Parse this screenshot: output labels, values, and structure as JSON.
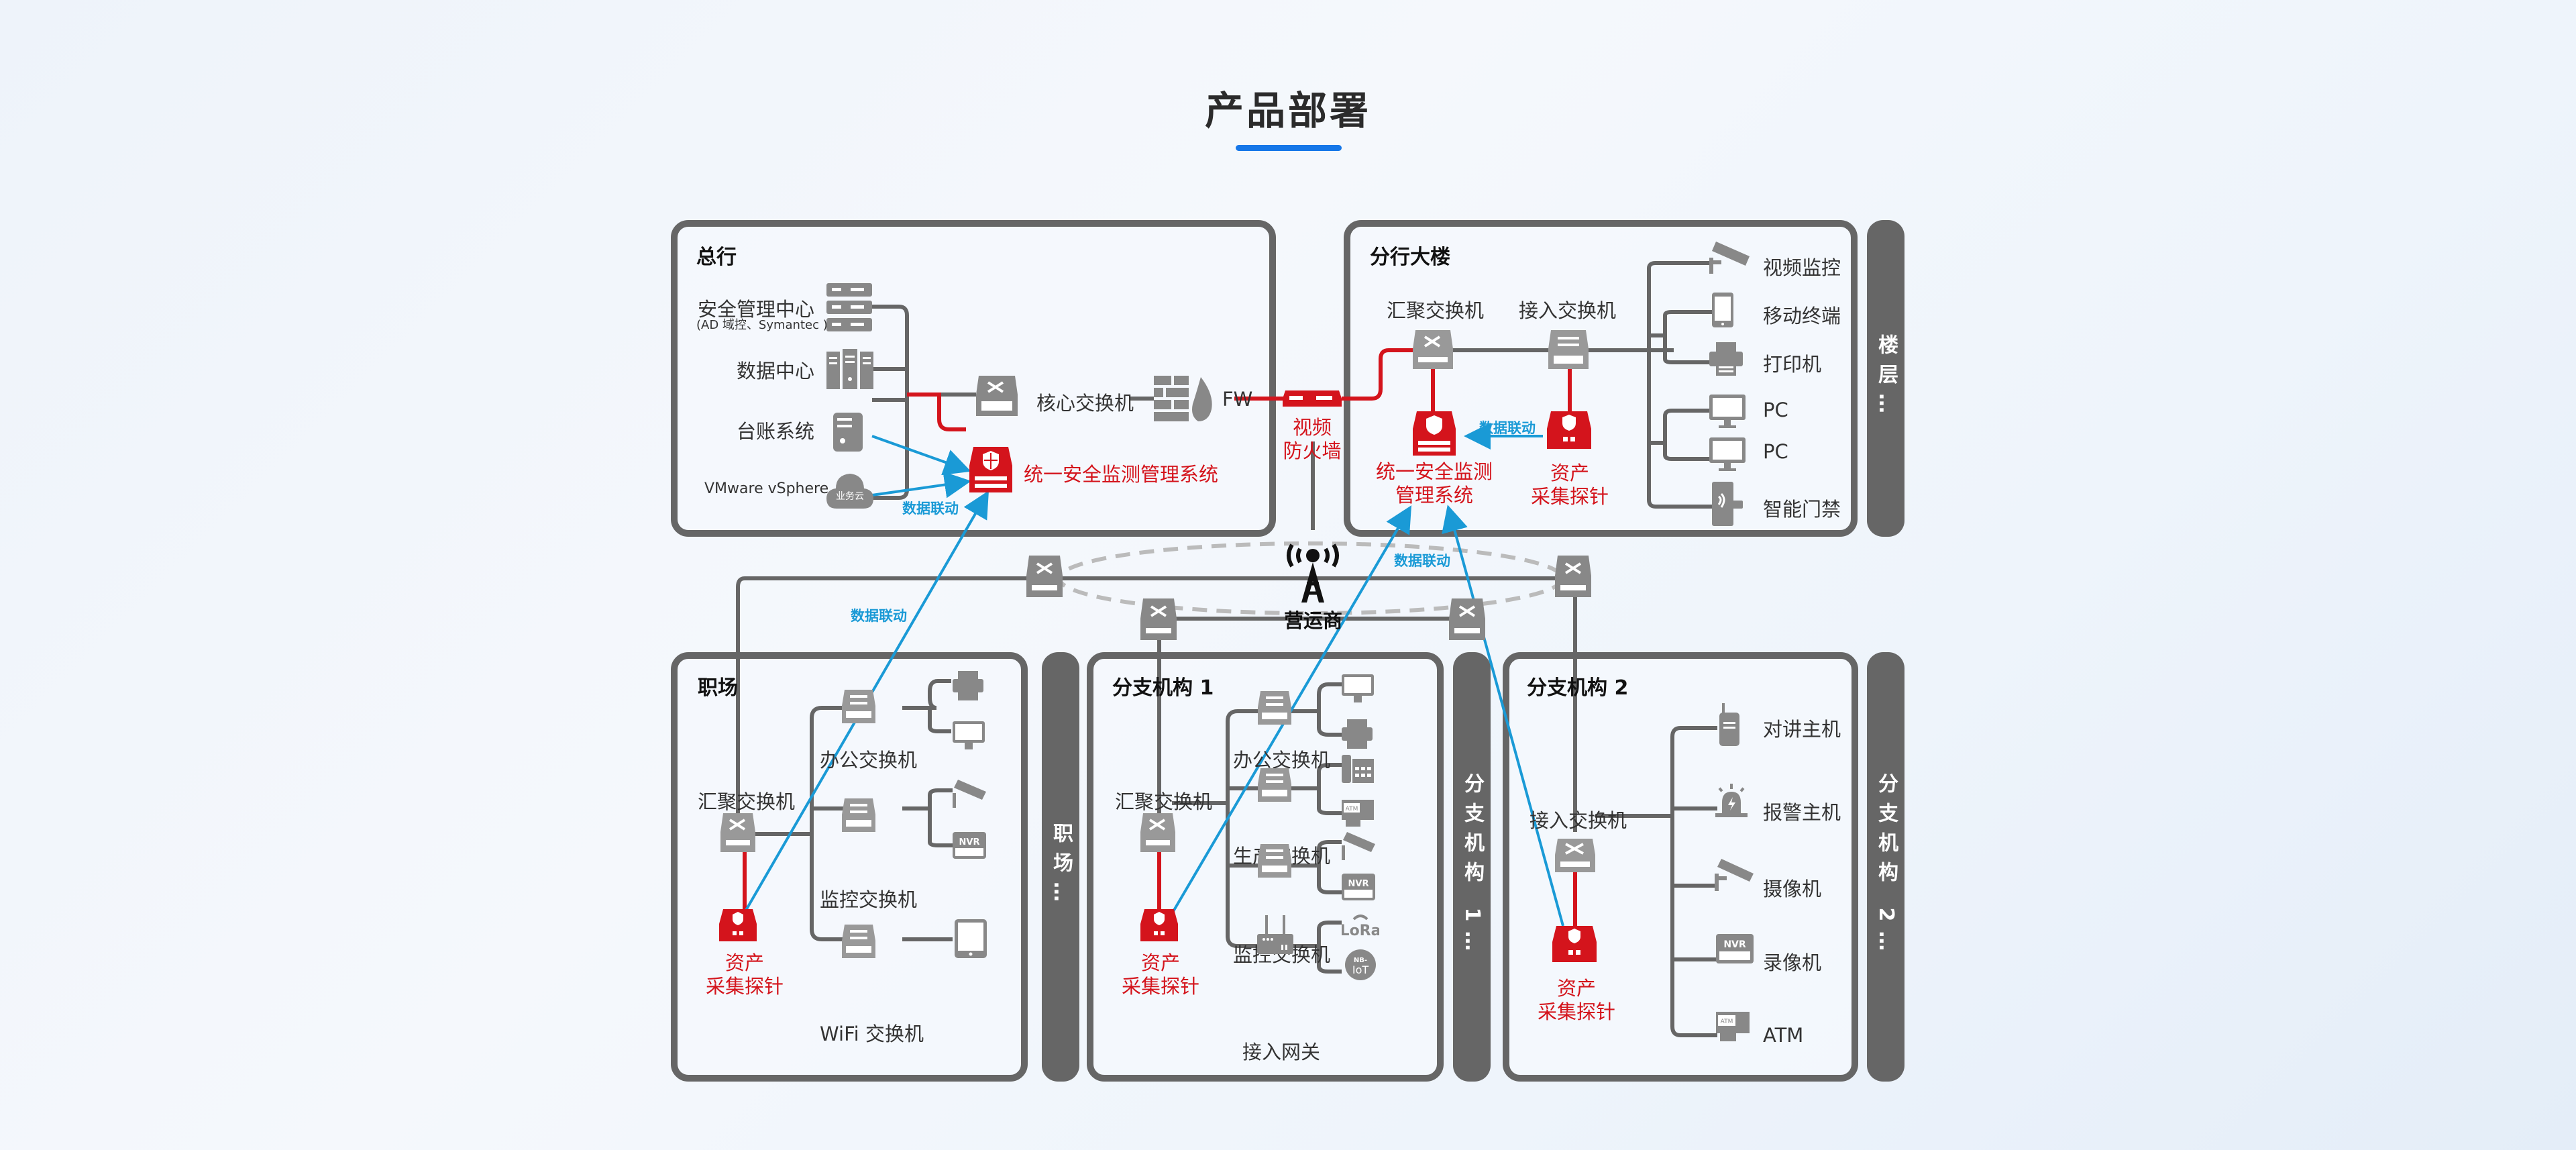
{
  "page": {
    "title": "产品部署"
  },
  "colors": {
    "accent_blue": "#1677e8",
    "probe_red": "#d4141c",
    "link_blue": "#1a9ad6",
    "frame_gray": "#666666"
  },
  "hq": {
    "title": "总行",
    "security_center": "安全管理中心",
    "security_center_sub": "(AD 域控、Symantec )",
    "data_center": "数据中心",
    "ledger": "台账系统",
    "vmware": "VMware vSphere",
    "cloud_label": "业务云",
    "core_switch": "核心交换机",
    "fw": "FW",
    "usmm": "统一安全监测管理系统",
    "data_link": "数据联动"
  },
  "video_fw": {
    "line1": "视频",
    "line2": "防火墙"
  },
  "branch_building": {
    "title": "分行大楼",
    "agg_switch": "汇聚交换机",
    "access_switch": "接入交换机",
    "usmm_line1": "统一安全监测",
    "usmm_line2": "管理系统",
    "probe_line1": "资产",
    "probe_line2": "采集探针",
    "data_link": "数据联动",
    "devices": [
      "视频监控",
      "移动终端",
      "打印机",
      "PC",
      "PC",
      "智能门禁"
    ],
    "side_label": "楼层…"
  },
  "carrier": {
    "label": "营运商",
    "data_link_left": "数据联动",
    "data_link_right": "数据联动"
  },
  "workplace": {
    "title": "职场",
    "agg_switch": "汇聚交换机",
    "office_switch": "办公交换机",
    "monitor_switch": "监控交换机",
    "wifi_switch": "WiFi 交换机",
    "probe_line1": "资产",
    "probe_line2": "采集探针",
    "side_label": "职场…"
  },
  "branch1": {
    "title": "分支机构 1",
    "agg_switch": "汇聚交换机",
    "office_switch": "办公交换机",
    "production_switch": "生产交换机",
    "monitor_switch": "监控交换机",
    "gateway": "接入网关",
    "probe_line1": "资产",
    "probe_line2": "采集探针",
    "side_label": "分支机构 1…",
    "lora": "LoRa",
    "nbiot_top": "NB-",
    "nbiot_bottom": "IoT"
  },
  "branch2": {
    "title": "分支机构 2",
    "access_switch": "接入交换机",
    "probe_line1": "资产",
    "probe_line2": "采集探针",
    "devices": [
      "对讲主机",
      "报警主机",
      "摄像机",
      "录像机",
      "ATM"
    ],
    "side_label": "分支机构 2…"
  },
  "icon_text": {
    "nvr": "NVR",
    "atm": "ATM"
  }
}
